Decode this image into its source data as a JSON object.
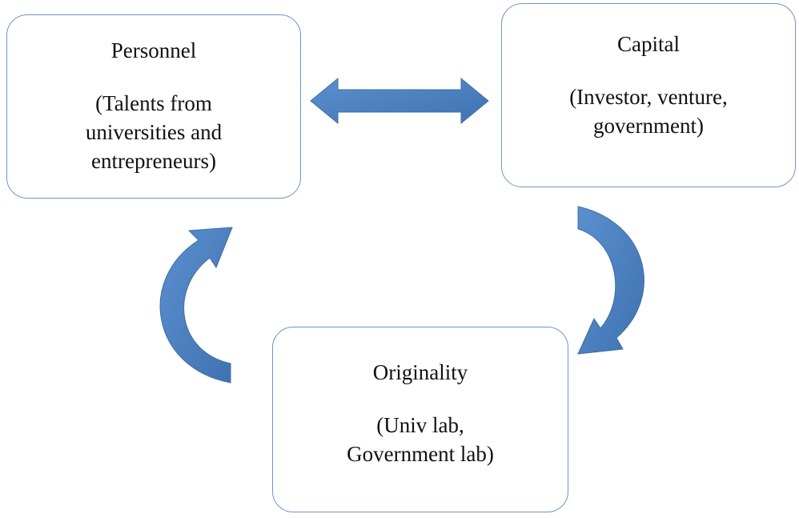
{
  "colors": {
    "box_border": "#6f95c6",
    "arrow_fill": "#4f81bd",
    "arrow_stroke": "#3f6fa8"
  },
  "nodes": {
    "personnel": {
      "title": "Personnel",
      "sub": [
        "(Talents from",
        "universities and",
        "entrepreneurs)"
      ]
    },
    "capital": {
      "title": "Capital",
      "sub": [
        "(Investor, venture,",
        "government)"
      ]
    },
    "originality": {
      "title": "Originality",
      "sub": [
        "(Univ lab,",
        "Government lab)"
      ]
    }
  },
  "edges": [
    {
      "from": "personnel",
      "to": "capital",
      "type": "bidirectional"
    },
    {
      "from": "capital",
      "to": "originality",
      "type": "curved"
    },
    {
      "from": "originality",
      "to": "personnel",
      "type": "curved"
    }
  ]
}
